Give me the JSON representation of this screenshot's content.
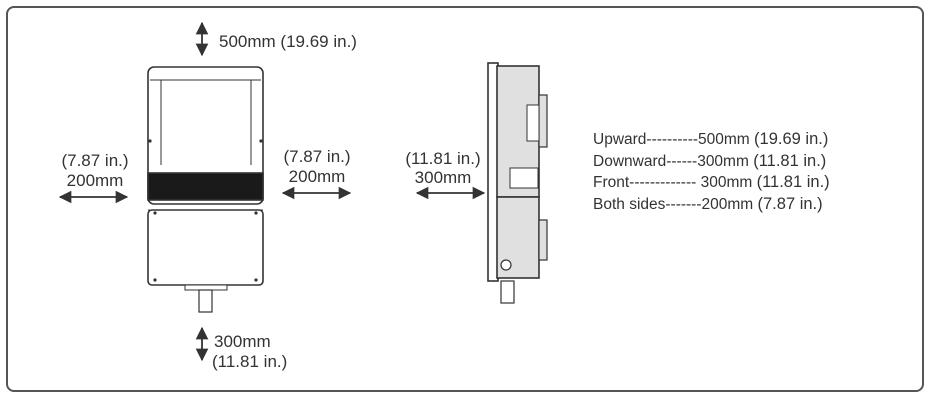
{
  "diagram": {
    "labels": {
      "top_clearance": "500mm (19.69 in.)",
      "bottom_mm": "300mm",
      "bottom_in": "(11.81 in.)",
      "left_in": "(7.87 in.)",
      "left_mm": "200mm",
      "right_in": "(7.87 in.)",
      "right_mm": "200mm",
      "front_in": "(11.81 in.)",
      "front_mm": "300mm"
    },
    "legend": [
      {
        "text": "Upward----------500mm",
        "inch": "(19.69 in.)"
      },
      {
        "text": "Downward------300mm",
        "inch": "(11.81 in.)"
      },
      {
        "text": "Front------------- 300mm",
        "inch": "(11.81 in.)"
      },
      {
        "text": "Both sides-------200mm",
        "inch": "(7.87 in.)"
      }
    ],
    "colors": {
      "line": "#333333",
      "device_fill": "#ffffff",
      "side_fill": "#e0e0e0",
      "display_band": "#1a1a1a",
      "frame": "#555555"
    },
    "icons": [
      "double-arrow-vertical-icon",
      "double-arrow-horizontal-icon"
    ]
  }
}
